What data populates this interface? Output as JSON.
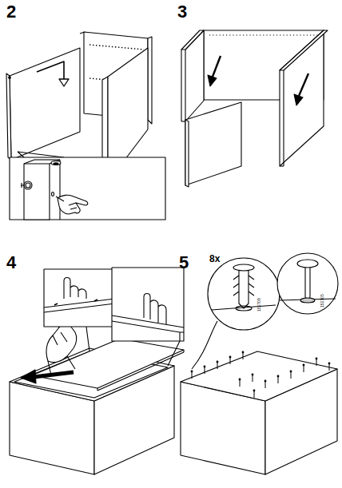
{
  "diagram": {
    "labels": [
      "2",
      "3",
      "4",
      "5",
      "8x",
      "151709",
      "151705"
    ]
  }
}
